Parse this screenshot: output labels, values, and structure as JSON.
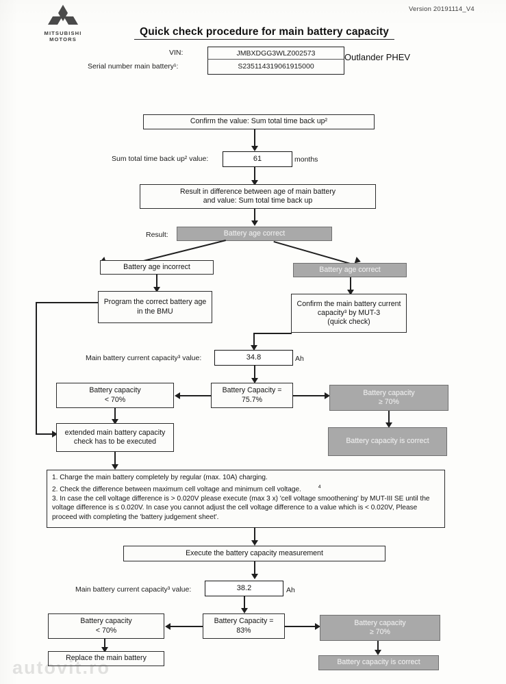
{
  "header": {
    "version": "Version 20191114_V4",
    "logo_text_line1": "MITSUBISHI",
    "logo_text_line2": "MOTORS",
    "title": "Quick check procedure for main battery capacity",
    "model": "Outlander PHEV"
  },
  "identification": {
    "vin_label": "VIN:",
    "vin_value": "JMBXDGG3WLZ002573",
    "serial_label": "Serial number main battery¹:",
    "serial_value": "S235114319061915000"
  },
  "flow": {
    "step_confirm_sum": "Confirm the value: Sum total time back up²",
    "sum_value_label": "Sum total time back up² value:",
    "sum_value": "61",
    "sum_value_unit": "months",
    "step_result_difference_line1": "Result in difference between age of main battery",
    "step_result_difference_line2": "and value: Sum total time back up",
    "result_label": "Result:",
    "result_value": "Battery age correct",
    "branch_incorrect": "Battery age incorrect",
    "branch_correct": "Battery age correct",
    "program_bmu_line1": "Program the correct battery age",
    "program_bmu_line2": "in the BMU",
    "confirm_capacity_line1": "Confirm the main battery current",
    "confirm_capacity_line2": "capacity³ by MUT-3",
    "confirm_capacity_line3": "(quick check)",
    "capacity_value_label_1": "Main battery current capacity³ value:",
    "capacity_value_1": "34.8",
    "capacity_unit_1": "Ah",
    "capacity_eq_label_1": "Battery Capacity =",
    "capacity_eq_value_1": "75.7%",
    "cap_low_line1_1": "Battery capacity",
    "cap_low_line2_1": "< 70%",
    "cap_ok_line1_1": "Battery capacity",
    "cap_ok_line2_1": "≥ 70%",
    "extended_check_line1": "extended main battery capacity",
    "extended_check_line2": "check has to be executed",
    "capacity_correct_1": "Battery capacity is correct",
    "instructions": [
      "1. Charge the main battery completely by regular (max. 10A) charging.",
      "2. Check the difference between maximum cell voltage and minimum cell voltage.",
      "3. In case the cell voltage difference is > 0.020V please execute (max 3 x) 'cell voltage smoothening' by      MUT-III SE until the voltage difference is ≤ 0.020V. In case you cannot adjust the cell voltage difference    to a value which is < 0.020V, Please proceed with completing the 'battery judgement sheet'."
    ],
    "instruction_footnote_marker": "4",
    "execute_measurement": "Execute the battery capacity measurement",
    "capacity_value_label_2": "Main battery current capacity³ value:",
    "capacity_value_2": "38.2",
    "capacity_unit_2": "Ah",
    "capacity_eq_label_2": "Battery Capacity =",
    "capacity_eq_value_2": "83%",
    "cap_low_line1_2": "Battery capacity",
    "cap_low_line2_2": "< 70%",
    "cap_ok_line1_2": "Battery capacity",
    "cap_ok_line2_2": "≥ 70%",
    "replace_battery": "Replace the main battery",
    "capacity_correct_2": "Battery capacity is correct"
  },
  "watermark": "autovit.ro",
  "colors": {
    "gray_fill": "#a9a9a9",
    "line": "#1f1f1f",
    "paper": "#fdfdfb"
  }
}
